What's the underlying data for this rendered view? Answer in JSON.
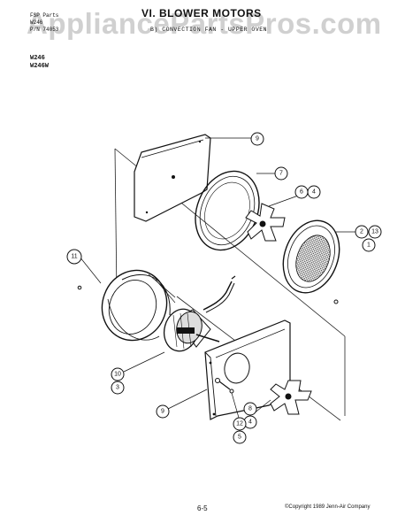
{
  "header": {
    "line1": "FSP Parts",
    "line2": "W246",
    "line3": "P/N 74053",
    "title": "VI. BLOWER MOTORS",
    "subtitle": "B) CONVECTION FAN - UPPER OVEN",
    "models": [
      "W246",
      "W246W"
    ]
  },
  "watermark": "AppliancePartsPros.com",
  "footer": {
    "page": "6-5",
    "copyright": "©Copyright 1989 Jenn-Air Company"
  },
  "callouts": {
    "c9a": "9",
    "c7": "7",
    "c6": "6",
    "c4a": "4",
    "c2": "2",
    "c13": "13",
    "c1": "1",
    "c11": "11",
    "c10": "10",
    "c3": "3",
    "c9b": "9",
    "c8": "8",
    "c4b": "4",
    "c12": "12",
    "c5": "5"
  }
}
